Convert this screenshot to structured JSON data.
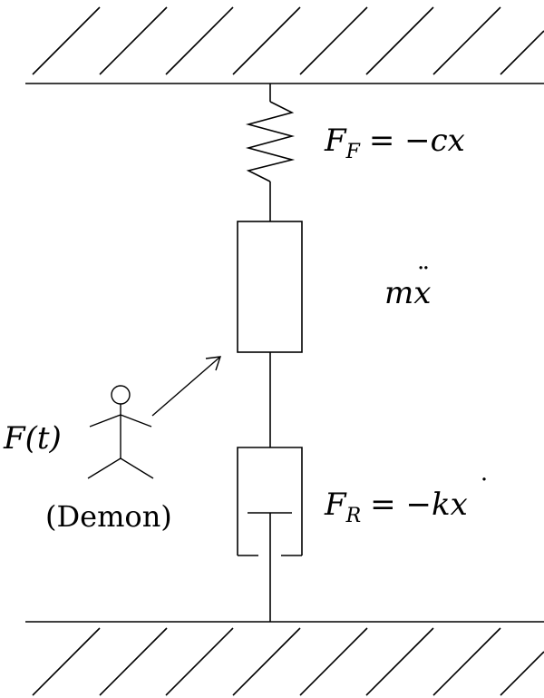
{
  "labels": {
    "spring_force": {
      "symbol": "F",
      "subscript": "F",
      "relation": "= −cx"
    },
    "inertia": {
      "symbol": "m",
      "variable": "x",
      "accent": "¨"
    },
    "damper_force": {
      "symbol": "F",
      "subscript": "R",
      "relation_prefix": "= −k",
      "variable": "x",
      "accent": "˙"
    },
    "applied_force": "F(t)",
    "agent": "(Demon)"
  },
  "colors": {
    "stroke": "#000000",
    "background": "#ffffff"
  }
}
